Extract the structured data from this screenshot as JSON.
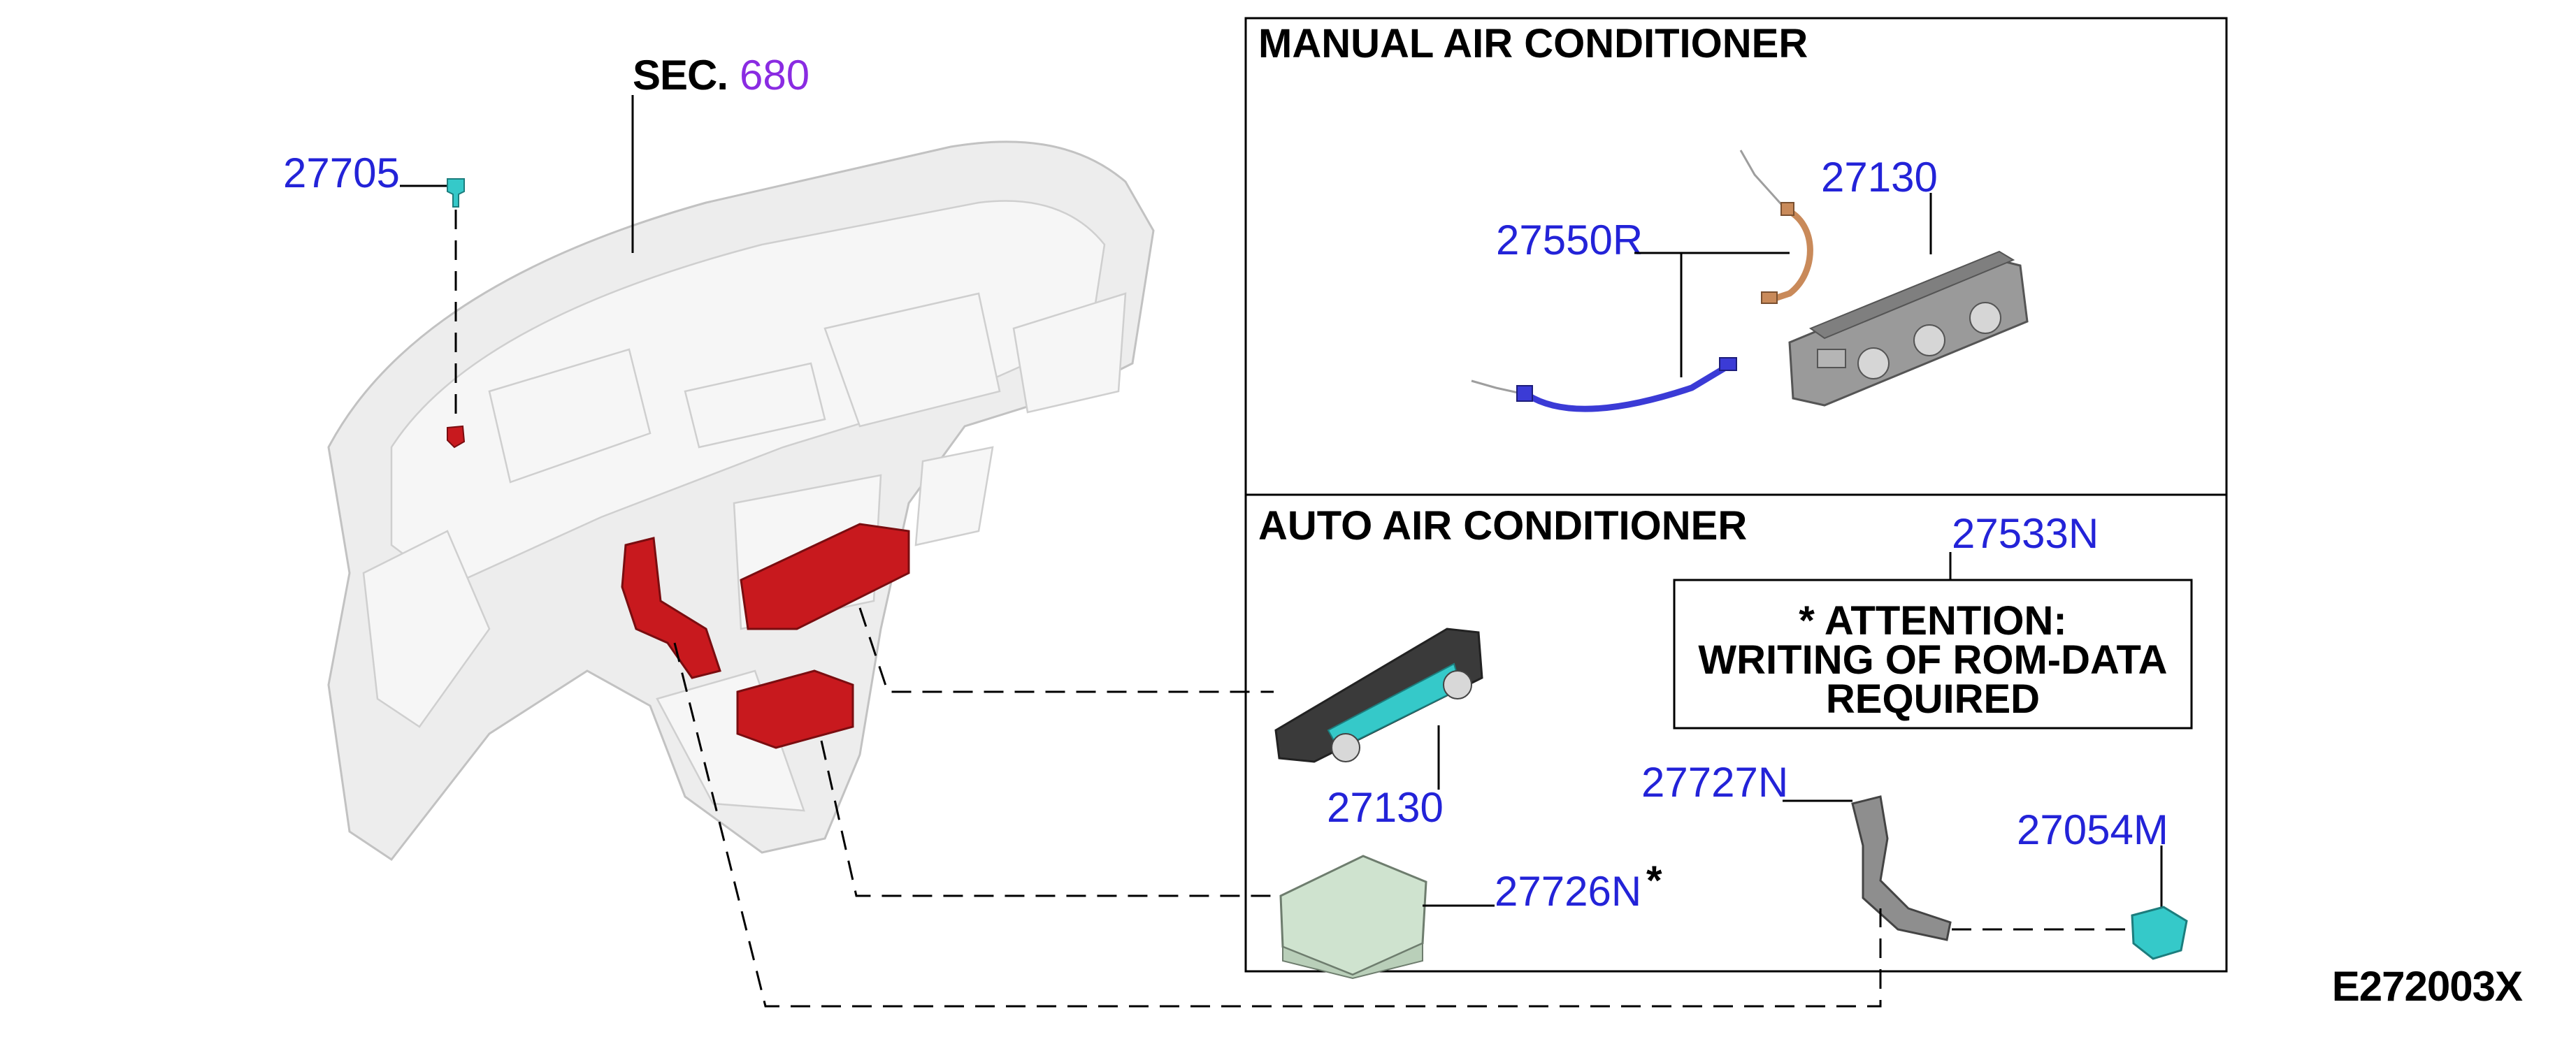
{
  "sections": {
    "manual": "MANUAL AIR CONDITIONER",
    "auto": "AUTO AIR CONDITIONER"
  },
  "sec_ref": {
    "prefix": "SEC.",
    "number": "680"
  },
  "attention": {
    "line1": "* ATTENTION:",
    "line2": "WRITING OF ROM-DATA",
    "line3": "REQUIRED"
  },
  "parts": {
    "p27705": "27705",
    "p27550r": "27550R",
    "p27130_manual": "27130",
    "p27533n": "27533N",
    "p27130_auto": "27130",
    "p27727n": "27727N",
    "p27054m": "27054M",
    "p27726n": "27726N"
  },
  "asterisk": "*",
  "figure_id": "E272003X",
  "colors": {
    "part_number": "#2323d8",
    "sec_number": "#8a2be2",
    "highlight_red": "#c8191e",
    "cyan_part": "#35c9c9",
    "harness_blue": "#3b3bd6",
    "harness_brown": "#c98a5a"
  }
}
